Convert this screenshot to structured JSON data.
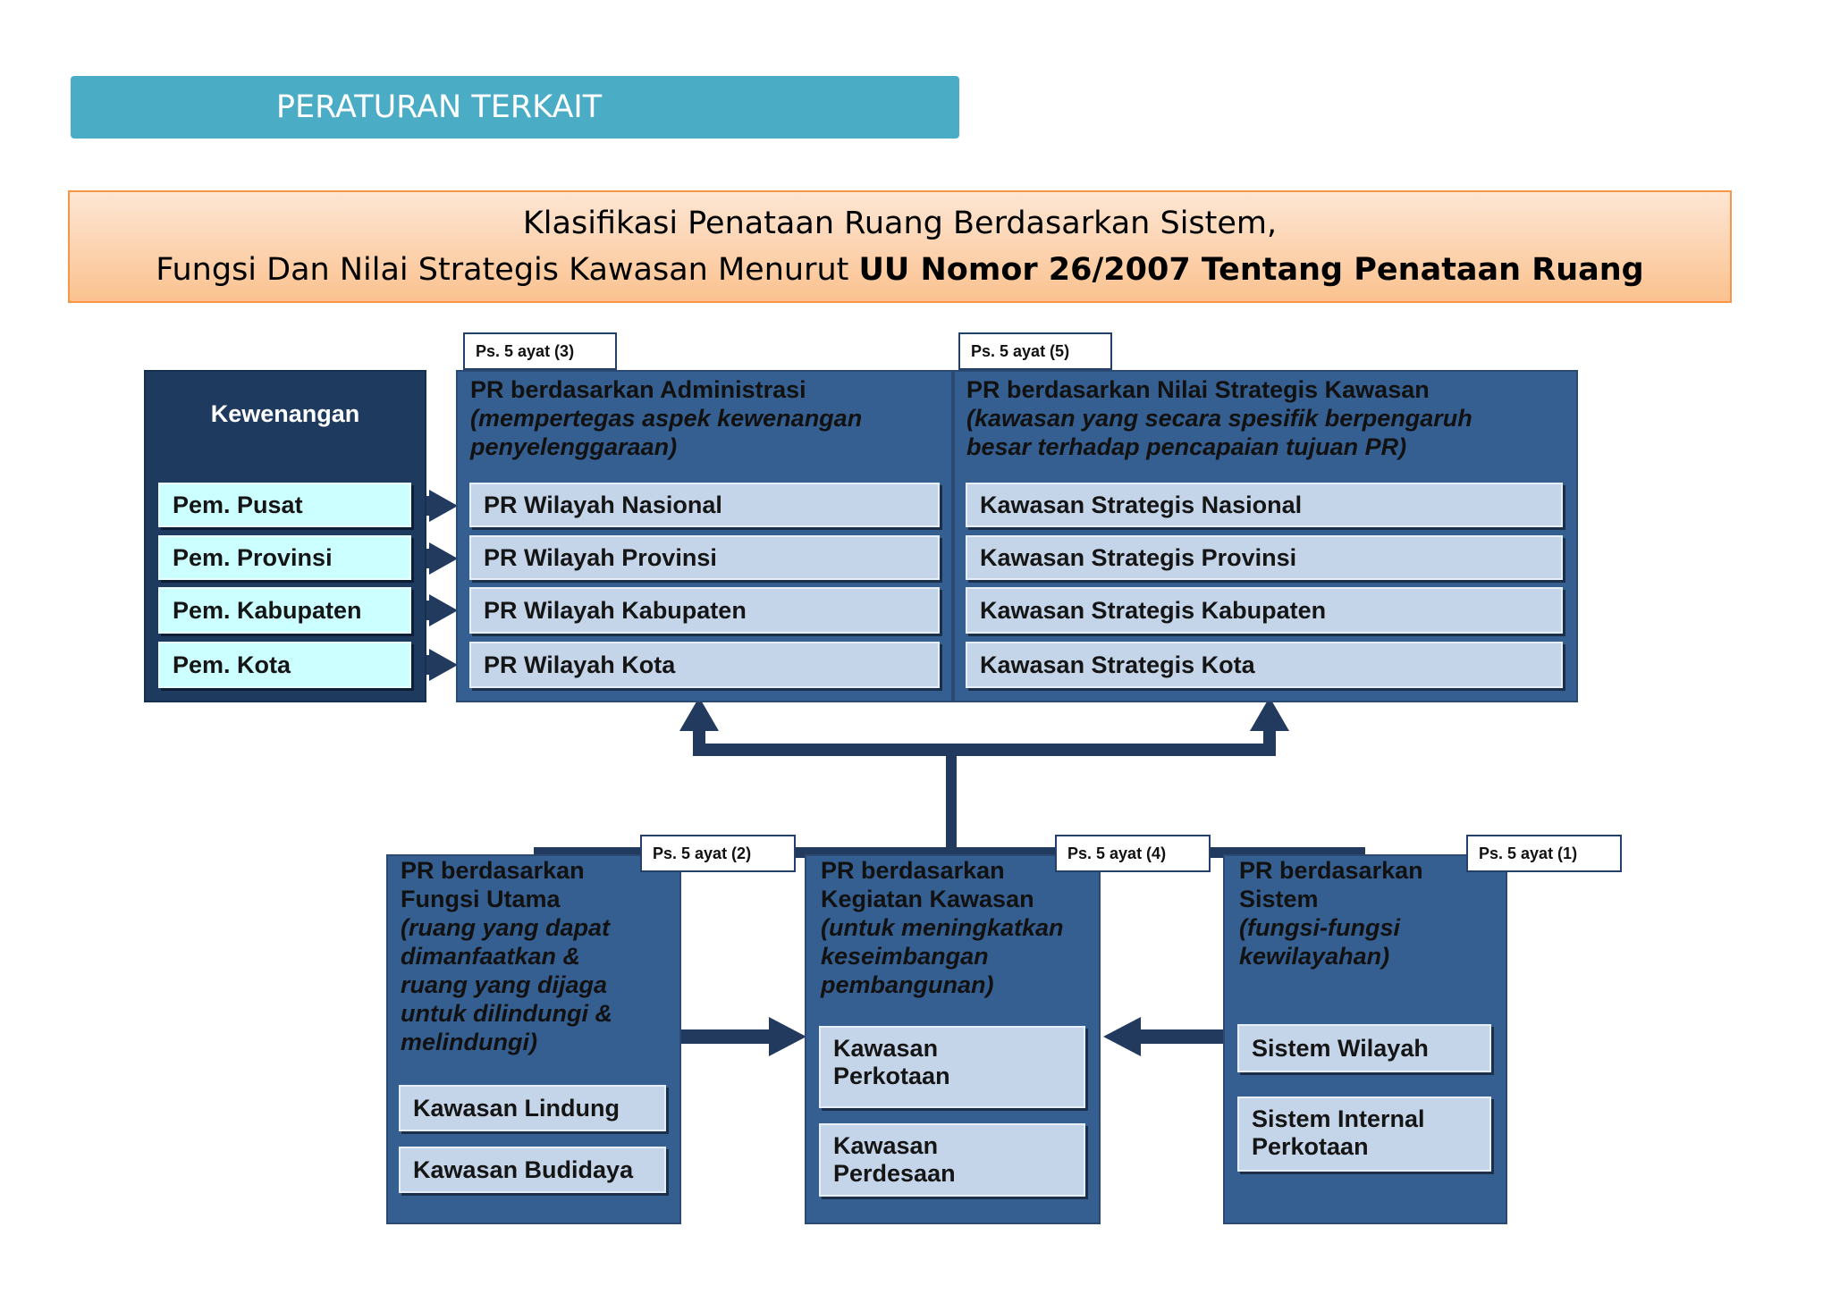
{
  "header": {
    "title": "PERATURAN TERKAIT"
  },
  "title_box": {
    "line1": "Klasifikasi Penataan Ruang Berdasarkan Sistem,",
    "line2_normal": "Fungsi Dan Nilai Strategis Kawasan Menurut ",
    "line2_bold": "UU Nomor 26/2007 Tentang Penataan Ruang"
  },
  "kewenangan": {
    "title": "Kewenangan",
    "items": [
      "Pem. Pusat",
      "Pem. Provinsi",
      "Pem. Kabupaten",
      "Pem. Kota"
    ]
  },
  "administrasi": {
    "tag": "Ps. 5 ayat (3)",
    "title": "PR berdasarkan Administrasi",
    "subtitle_line1": "(mempertegas aspek kewenangan",
    "subtitle_line2": "penyelenggaraan)",
    "items": [
      "PR Wilayah Nasional",
      "PR Wilayah Provinsi",
      "PR Wilayah Kabupaten",
      "PR Wilayah Kota"
    ]
  },
  "strategis": {
    "tag": "Ps. 5 ayat (5)",
    "title": "PR berdasarkan Nilai  Strategis Kawasan",
    "subtitle_line1": "(kawasan yang secara spesifik berpengaruh",
    "subtitle_line2": "besar terhadap pencapaian tujuan PR)",
    "items": [
      "Kawasan Strategis Nasional",
      "Kawasan Strategis Provinsi",
      "Kawasan Strategis Kabupaten",
      "Kawasan Strategis Kota"
    ]
  },
  "fungsi": {
    "tag": "Ps. 5 ayat (2)",
    "title_line1": "PR berdasarkan",
    "title_line2": "Fungsi Utama",
    "desc_lines": [
      "(ruang yang dapat",
      "dimanfaatkan &",
      "ruang yang dijaga",
      "untuk dilindungi &",
      "melindungi)"
    ],
    "items": [
      "Kawasan Lindung",
      "Kawasan Budidaya"
    ]
  },
  "kegiatan": {
    "tag": "Ps. 5 ayat (4)",
    "title_line1": "PR berdasarkan",
    "title_line2": "Kegiatan Kawasan",
    "desc_lines": [
      "(untuk meningkatkan",
      "keseimbangan",
      "pembangunan)"
    ],
    "items": [
      {
        "line1": "Kawasan",
        "line2": "Perkotaan"
      },
      {
        "line1": "Kawasan",
        "line2": "Perdesaan"
      }
    ]
  },
  "sistem": {
    "tag": "Ps. 5 ayat (1)",
    "title_line1": "PR berdasarkan",
    "title_line2": "Sistem",
    "desc_lines": [
      "(fungsi-fungsi",
      "kewilayahan)"
    ],
    "items": [
      {
        "line1": "Sistem Wilayah",
        "line2": ""
      },
      {
        "line1": "Sistem Internal",
        "line2": "Perkotaan"
      }
    ]
  },
  "colors": {
    "header_bar": "#4bacc6",
    "title_border": "#f79646",
    "panel": "#365f91",
    "panel_dark": "#1f3a5f",
    "item_blue": "#c4d5ea",
    "item_cyan": "#ccffff",
    "arrow": "#223a5e"
  }
}
